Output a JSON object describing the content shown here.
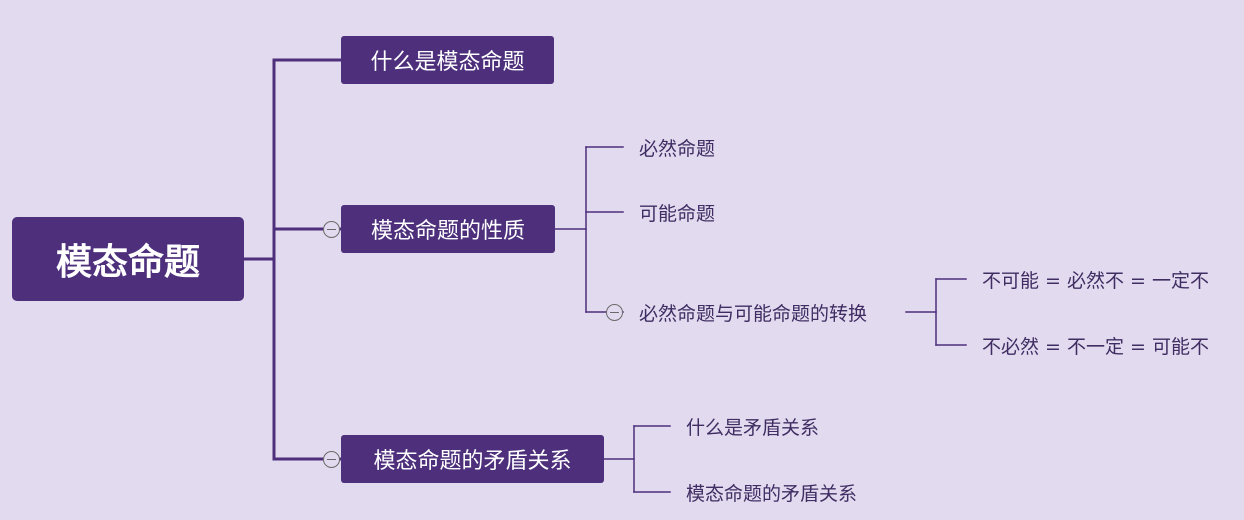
{
  "root": {
    "label": "模态命题"
  },
  "branches": [
    {
      "label": "什么是模态命题"
    },
    {
      "label": "模态命题的性质"
    },
    {
      "label": "模态命题的矛盾关系"
    }
  ],
  "properties": {
    "items": [
      {
        "label": "必然命题"
      },
      {
        "label": "可能命题"
      },
      {
        "label": "必然命题与可能命题的转换"
      }
    ],
    "conversion": {
      "items": [
        {
          "label": "不可能 = 必然不 = 一定不"
        },
        {
          "label": "不必然 = 不一定 = 可能不"
        }
      ]
    }
  },
  "contradiction": {
    "items": [
      {
        "label": "什么是矛盾关系"
      },
      {
        "label": "模态命题的矛盾关系"
      }
    ]
  },
  "colors": {
    "background": "#e2daee",
    "node_fill": "#4d2f7c",
    "connector": "#4d2f7c",
    "leaf_text": "#3f2d63"
  },
  "icons": {
    "collapse_toggle": "minus-circle-icon"
  }
}
